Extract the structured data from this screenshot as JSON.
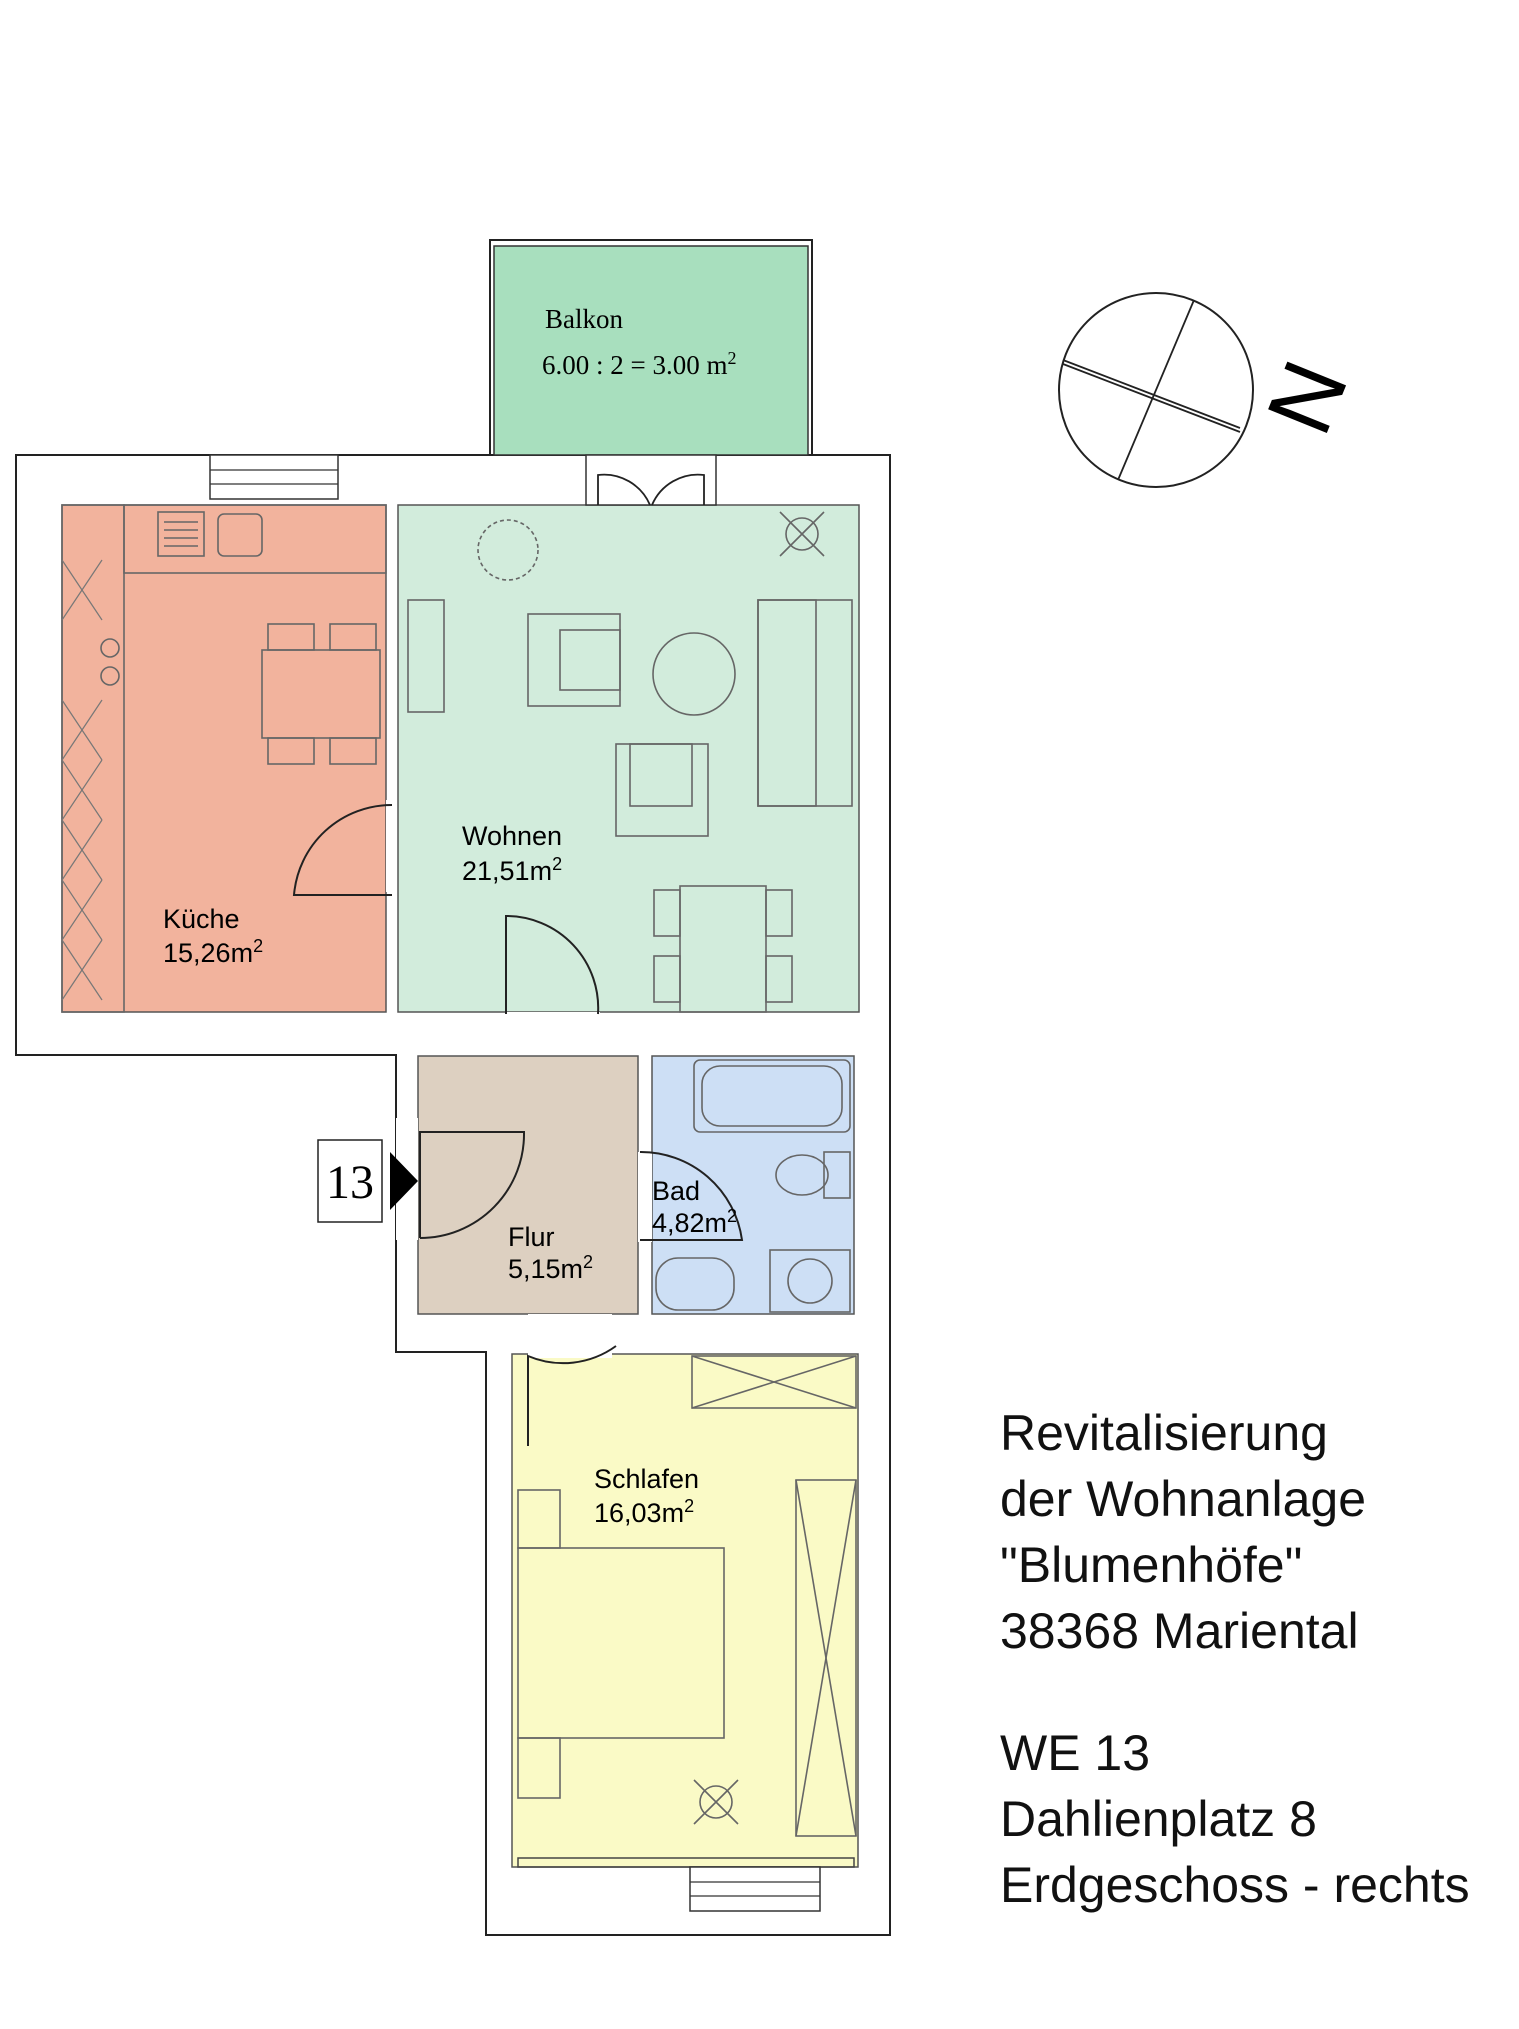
{
  "rooms": {
    "balkon": {
      "name": "Balkon",
      "area": "6.00 : 2 = 3.00 m",
      "sup": "2",
      "color": "#a8dfbe"
    },
    "kueche": {
      "name": "Küche",
      "area": "15,26m",
      "sup": "2",
      "color": "#f2b39d"
    },
    "wohnen": {
      "name": "Wohnen",
      "area": "21,51m",
      "sup": "2",
      "color": "#d2ecdc"
    },
    "flur": {
      "name": "Flur",
      "area": "5,15m",
      "sup": "2",
      "color": "#ddd0c1"
    },
    "bad": {
      "name": "Bad",
      "area": "4,82m",
      "sup": "2",
      "color": "#cddff5"
    },
    "schlafen": {
      "name": "Schlafen",
      "area": "16,03m",
      "sup": "2",
      "color": "#fafac6"
    }
  },
  "unit_marker": "13",
  "compass": {
    "label": "N"
  },
  "info": {
    "lines": [
      "Revitalisierung",
      "der Wohnanlage",
      "\"Blumenhöfe\"",
      "38368 Mariental"
    ],
    "address_lines": [
      "WE 13",
      "Dahlienplatz 8",
      "Erdgeschoss - rechts"
    ]
  }
}
